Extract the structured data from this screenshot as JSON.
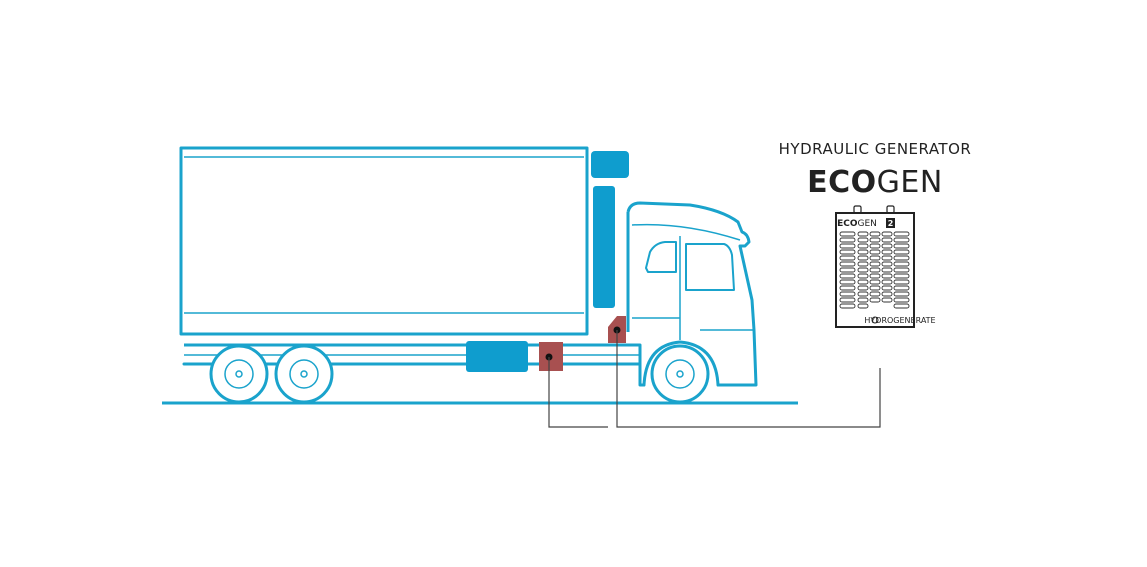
{
  "product": {
    "caption": "HYDRAULIC GENERATOR",
    "brand_bold": "ECO",
    "brand_light": "GEN",
    "unit_brand_bold": "ECO",
    "unit_brand_light": "GEN",
    "unit_model": "2",
    "unit_footer": "HYDROGENERATE"
  },
  "colors": {
    "truck_outline": "#1aa3cc",
    "truck_fill": "#0f9dce",
    "component": "#a85050",
    "connector": "#444444",
    "text": "#222222"
  }
}
